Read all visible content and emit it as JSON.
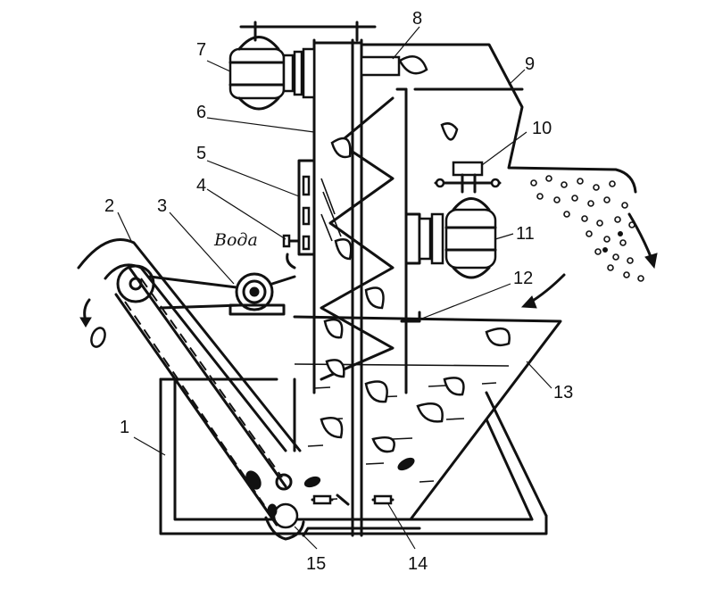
{
  "labels": {
    "n1": "1",
    "n2": "2",
    "n3": "3",
    "n4": "4",
    "n5": "5",
    "n6": "6",
    "n7": "7",
    "n8": "8",
    "n9": "9",
    "n10": "10",
    "n11": "11",
    "n12": "12",
    "n13": "13",
    "n14": "14",
    "n15": "15",
    "water": "Вода"
  }
}
